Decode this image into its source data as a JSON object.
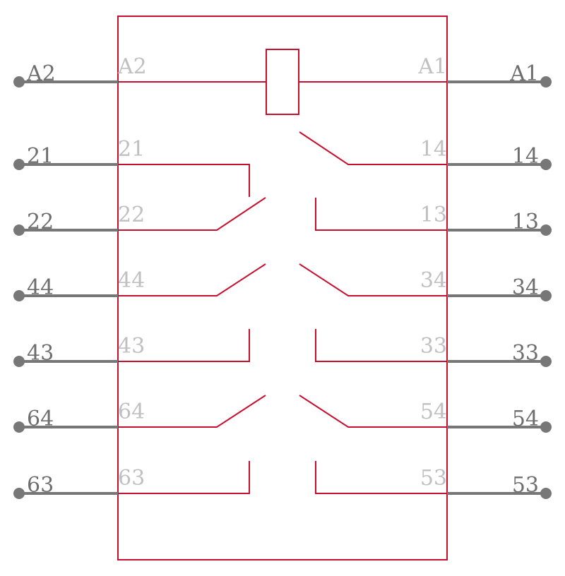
{
  "colors": {
    "body": "#c8102e",
    "pin": "#777777",
    "outer_text": "#6e6e6e",
    "inner_text": "#c0c0c0",
    "background": "#ffffff"
  },
  "pins": {
    "left": [
      {
        "outer": "A2",
        "inner": "A2"
      },
      {
        "outer": "21",
        "inner": "21"
      },
      {
        "outer": "22",
        "inner": "22"
      },
      {
        "outer": "44",
        "inner": "44"
      },
      {
        "outer": "43",
        "inner": "43"
      },
      {
        "outer": "64",
        "inner": "64"
      },
      {
        "outer": "63",
        "inner": "63"
      }
    ],
    "right": [
      {
        "outer": "A1",
        "inner": "A1"
      },
      {
        "outer": "14",
        "inner": "14"
      },
      {
        "outer": "13",
        "inner": "13"
      },
      {
        "outer": "34",
        "inner": "34"
      },
      {
        "outer": "33",
        "inner": "33"
      },
      {
        "outer": "54",
        "inner": "54"
      },
      {
        "outer": "53",
        "inner": "53"
      }
    ]
  }
}
